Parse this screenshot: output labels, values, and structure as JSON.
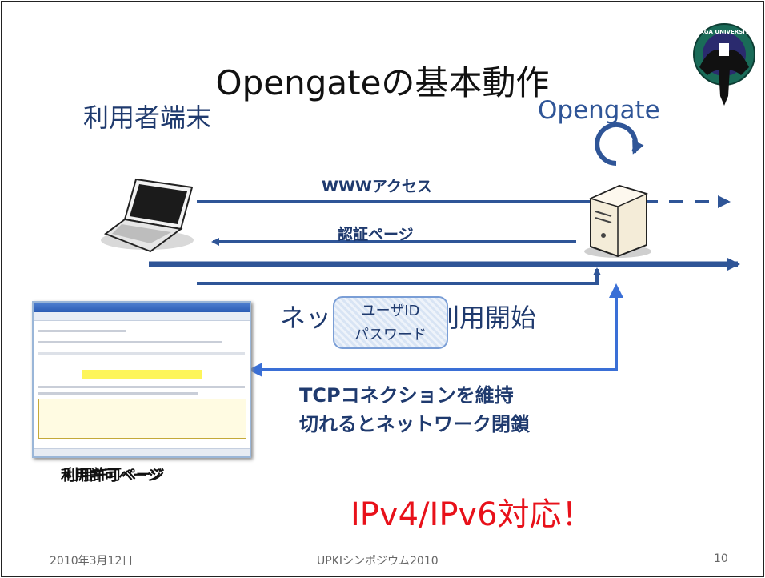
{
  "slide": {
    "title": "Opengateの基本動作",
    "client_label": "利用者端末",
    "server_label": "Opengate",
    "www_access": "WWWアクセス",
    "auth_page": "認証ページ",
    "network_start": "ネットワーク利用開始",
    "userid": "ユーザID",
    "password": "パスワード",
    "tcp_line1": "TCPコネクションを維持",
    "tcp_line2": "切れるとネットワーク閉鎖",
    "ipv_support": "IPv4/IPv6対応！",
    "page_caption_1": "利用許可ページ",
    "page_caption_2": "利用許可ページ"
  },
  "footer": {
    "date": "2010年3月12日",
    "event": "UPKIシンポジウム2010",
    "page": "10"
  },
  "logo": {
    "text": "SAGA UNIVERSITY"
  },
  "colors": {
    "arrow": "#2f5597",
    "accent_blue": "#3a6fd6",
    "red": "#e8111a"
  }
}
